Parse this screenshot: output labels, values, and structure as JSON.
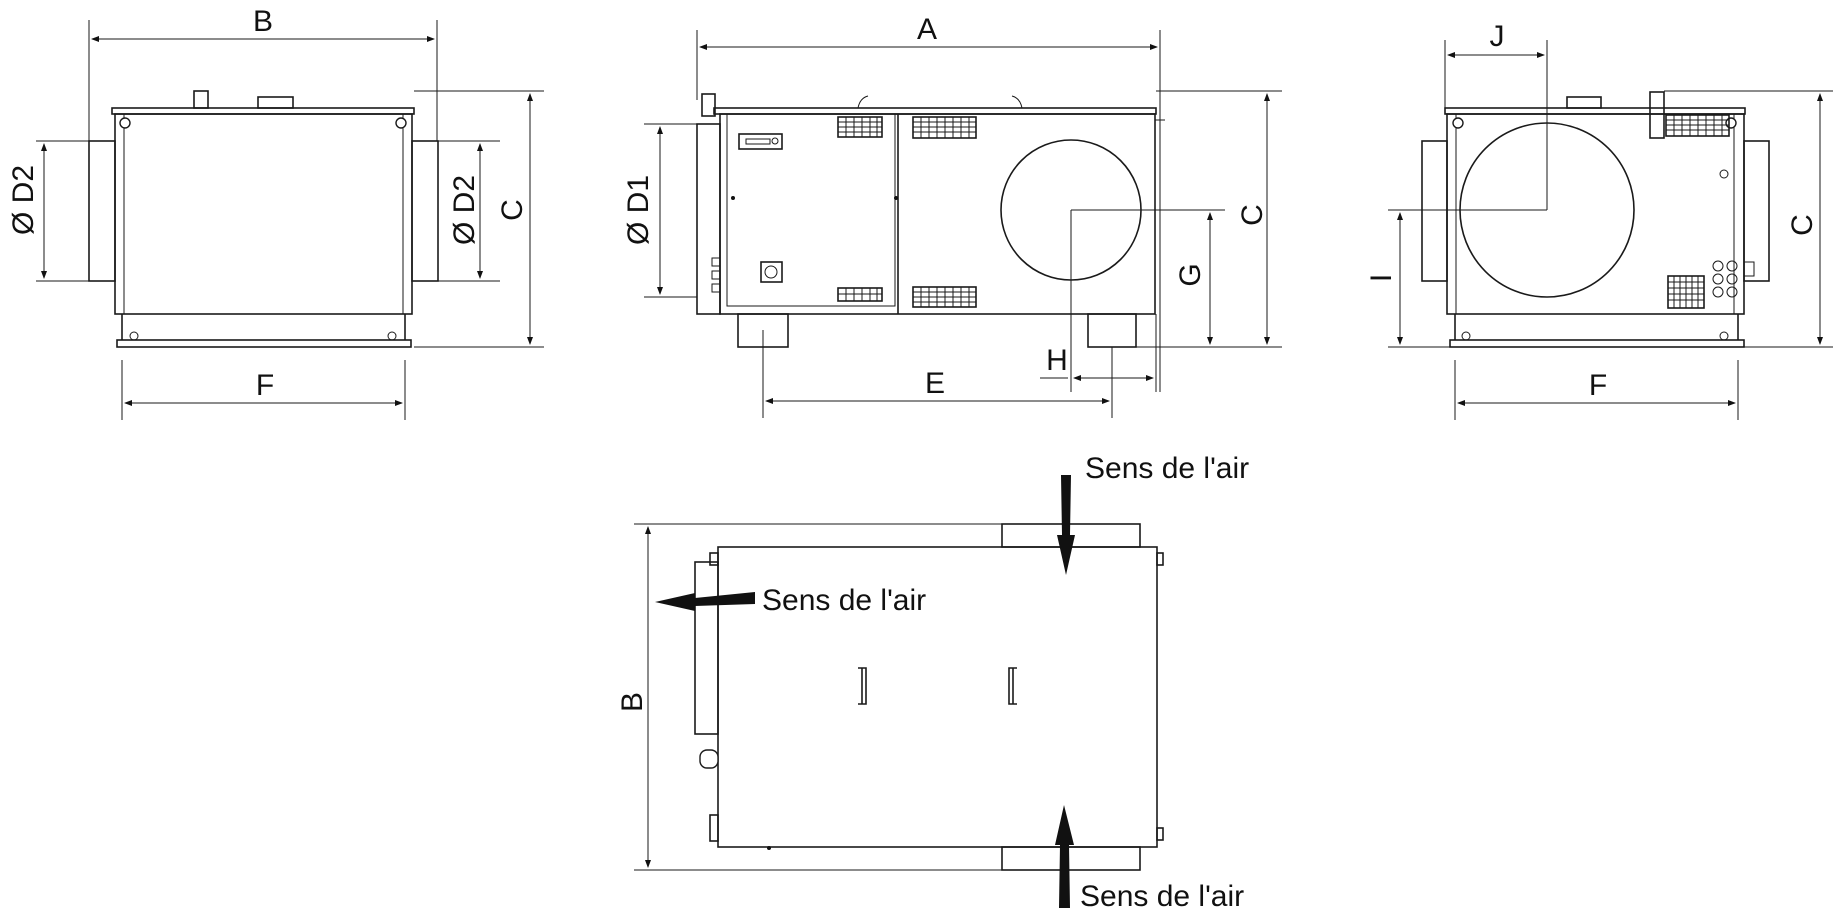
{
  "dimensions": {
    "A": "A",
    "B": "B",
    "C": "C",
    "D1": "Ø D1",
    "D2": "Ø D2",
    "E": "E",
    "F": "F",
    "G": "G",
    "H": "H",
    "I": "I",
    "J": "J"
  },
  "airflow": {
    "label": "Sens de l'air"
  }
}
